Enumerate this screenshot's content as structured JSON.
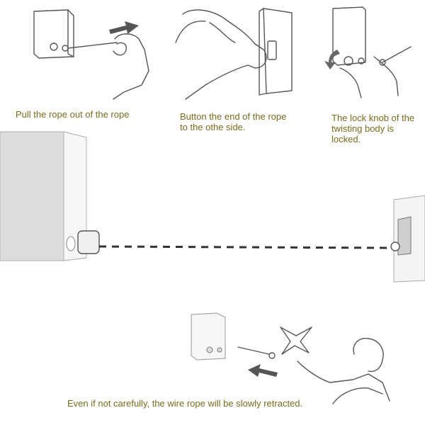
{
  "steps": [
    {
      "caption": "Pull the rope out of the rope"
    },
    {
      "caption": "Button the end of the rope to the othe side."
    },
    {
      "caption": "The lock knob of the twisting body is locked."
    }
  ],
  "footer_caption": "Even if not carefully, the wire rope will be slowly retracted.",
  "colors": {
    "caption_text": "#7a6a1e",
    "line_art": "#555555",
    "arrow": "#666666",
    "rope": "#333333"
  },
  "icons": [
    "hand-icon",
    "arrow-right-icon",
    "arrow-curved-icon",
    "arrow-left-icon",
    "burst-icon",
    "person-icon"
  ]
}
